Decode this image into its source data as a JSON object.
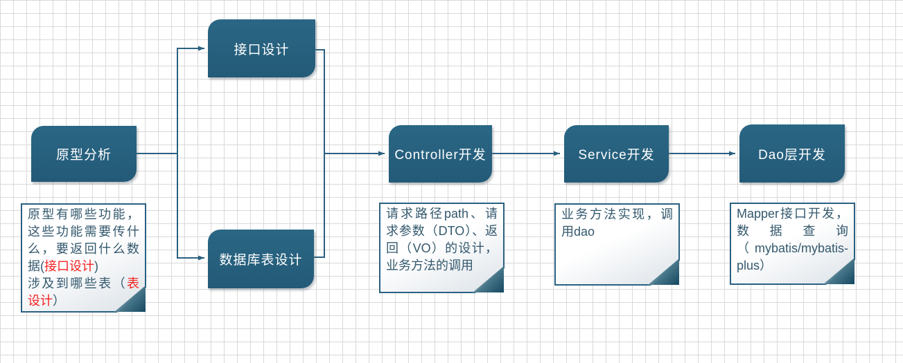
{
  "nodes": [
    {
      "id": "prototype-analysis",
      "label": "原型分析"
    },
    {
      "id": "api-design",
      "label": "接口设计"
    },
    {
      "id": "db-table-design",
      "label": "数据库表设计"
    },
    {
      "id": "controller-dev",
      "label": "Controller开发"
    },
    {
      "id": "service-dev",
      "label": "Service开发"
    },
    {
      "id": "dao-dev",
      "label": "Dao层开发"
    }
  ],
  "notes": [
    {
      "id": "note-prototype",
      "segments": [
        {
          "text": "原型有哪些功能，这些功能需要传什么，要返回什么数据("
        },
        {
          "text": "接口设计"
        },
        {
          "text": ")\n涉及到哪些表（"
        },
        {
          "text": "表设计"
        },
        {
          "text": "）"
        }
      ]
    },
    {
      "id": "note-controller",
      "text": "请求路径path、请求参数（DTO）、返回（VO）的设计，业务方法的调用"
    },
    {
      "id": "note-service",
      "text": "业务方法实现，调用dao"
    },
    {
      "id": "note-dao",
      "text": "Mapper接口开发，数据查询（mybatis/mybatis-plus）"
    }
  ],
  "colors": {
    "node_fill": "#245e7b",
    "connector_line": "#2a6080",
    "note_border": "#2a6080",
    "note_text": "#33586d",
    "highlight_red": "#f52222",
    "grid_line": "#d9d9d9",
    "node_label_text": "#ffffff"
  }
}
